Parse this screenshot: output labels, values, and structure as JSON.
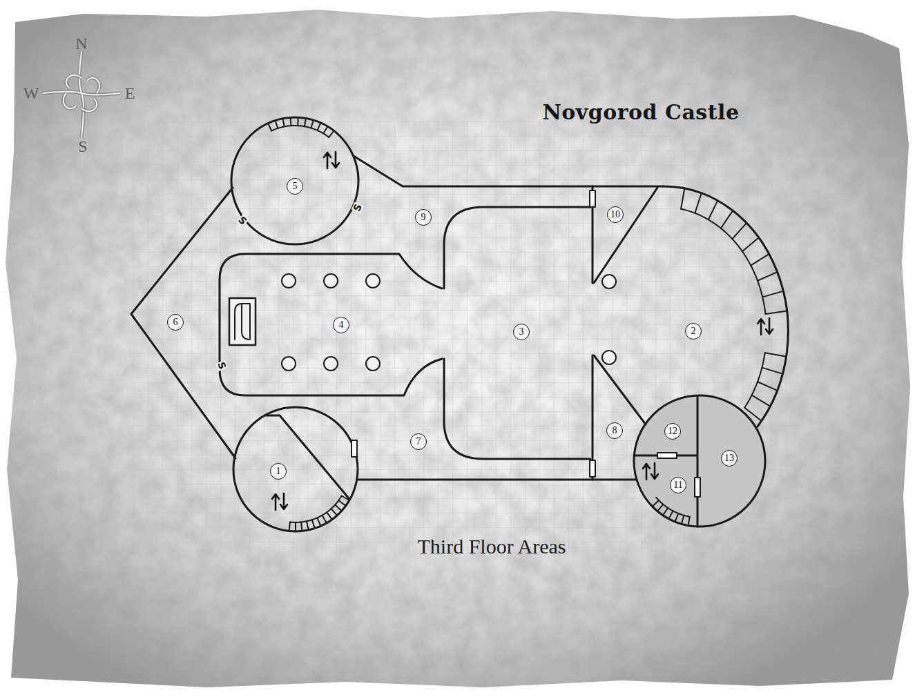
{
  "diagram": {
    "title": "Novgorod Castle",
    "caption": "Third Floor Areas",
    "labels": [
      "N",
      "W",
      "E",
      "S",
      "1",
      "2",
      "3",
      "4",
      "5",
      "6",
      "7",
      "8",
      "9",
      "10",
      "11",
      "12",
      "13",
      "S",
      "S",
      "S"
    ]
  }
}
